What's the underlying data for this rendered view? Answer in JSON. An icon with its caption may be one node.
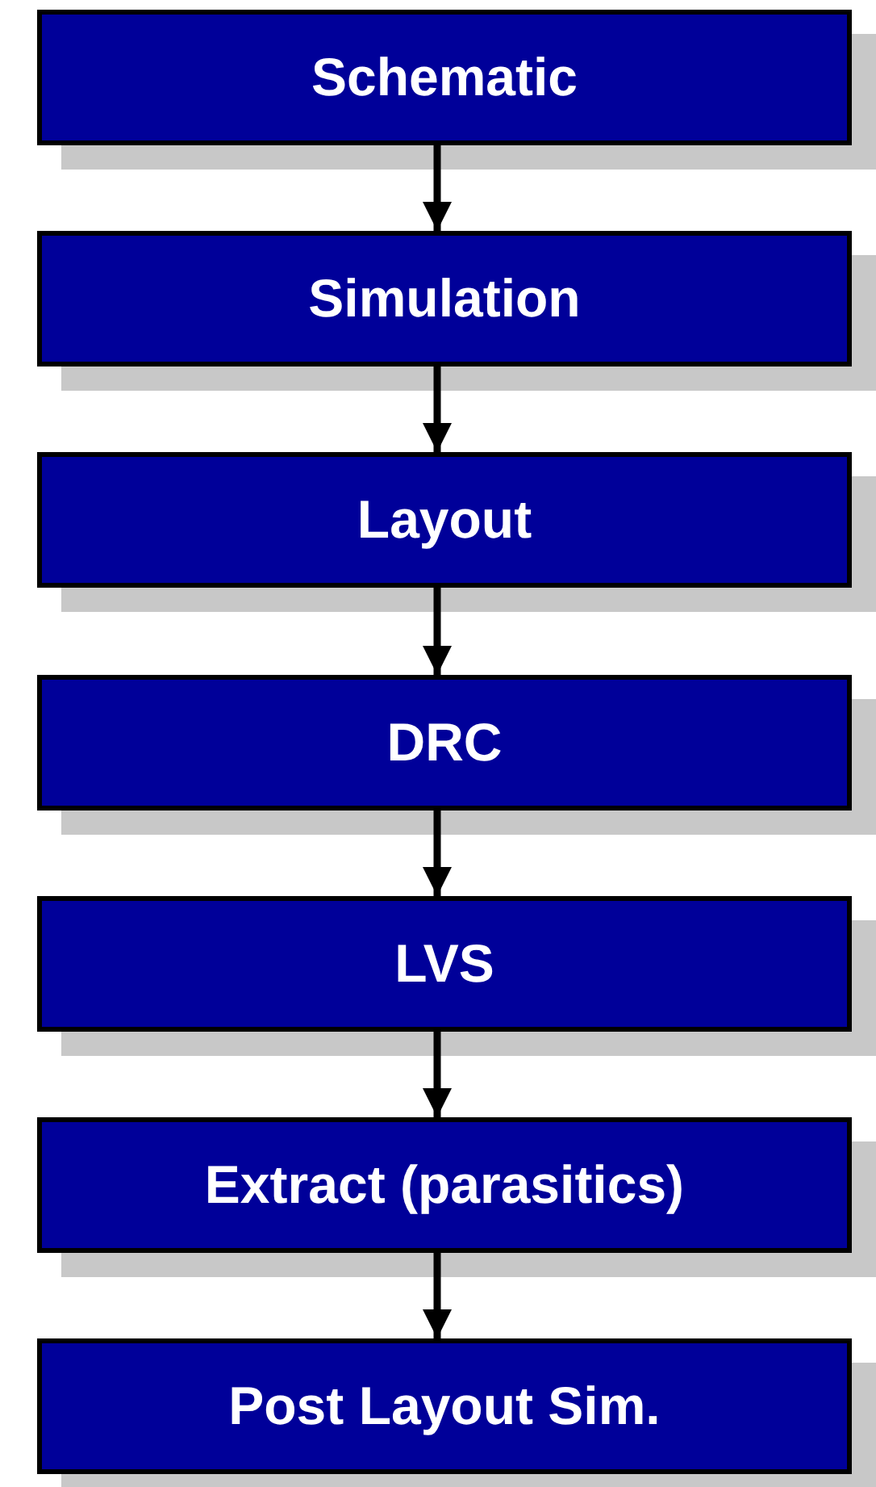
{
  "diagram": {
    "nodes": [
      {
        "text": [
          "Schematic"
        ]
      },
      {
        "text": [
          "Simulation"
        ]
      },
      {
        "text": [
          "Layout"
        ]
      },
      {
        "text": [
          "DRC"
        ]
      },
      {
        "text": [
          "LVS"
        ]
      },
      {
        "text": [
          "Extract (parasitics)"
        ]
      },
      {
        "text": [
          "Post Layout Sim."
        ]
      }
    ],
    "edges": [
      {
        "from": 0,
        "to": 1,
        "arrow": "to"
      },
      {
        "from": 1,
        "to": 2,
        "arrow": "to"
      },
      {
        "from": 2,
        "to": 3,
        "arrow": "to"
      },
      {
        "from": 3,
        "to": 4,
        "arrow": "to"
      },
      {
        "from": 4,
        "to": 5,
        "arrow": "to"
      },
      {
        "from": 5,
        "to": 6,
        "arrow": "to"
      }
    ]
  }
}
